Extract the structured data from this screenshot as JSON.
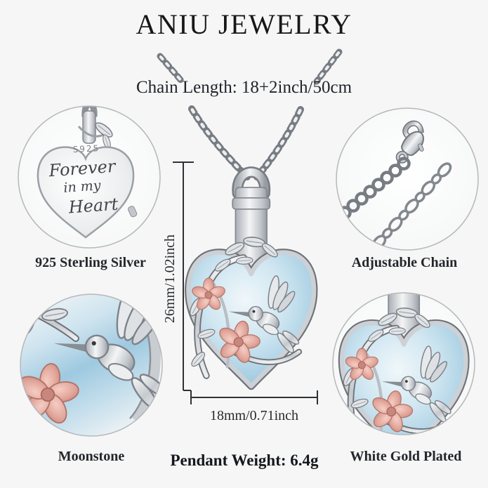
{
  "brand": {
    "title": "ANIU JEWELRY"
  },
  "annotations": {
    "chain_length": "Chain Length: 18+2inch/50cm",
    "pendant_height": "26mm/1.02inch",
    "pendant_width": "18mm/0.71inch",
    "pendant_weight": "Pendant Weight: 6.4g"
  },
  "engraving": {
    "stamp": "S925",
    "line1": "Forever",
    "line2": "in my",
    "line3": "Heart"
  },
  "captions": {
    "top_left": "925 Sterling Silver",
    "top_right": "Adjustable Chain",
    "bottom_left": "Moonstone",
    "bottom_right": "White Gold Plated"
  },
  "colors": {
    "background": "#f6f6f6",
    "text": "#1c1c1c",
    "silver_light": "#f2f3f5",
    "silver_mid": "#c6cacf",
    "silver_dark": "#6f747a",
    "moonstone_blue": "#a5cde2",
    "rose_gold": "#e2a69b",
    "dimension_line": "#2e3136"
  }
}
